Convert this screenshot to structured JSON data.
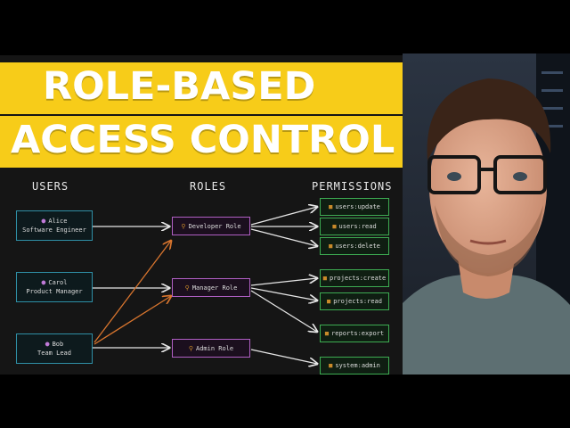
{
  "title": {
    "line1": "ROLE-BASED",
    "line2": "ACCESS CONTROL"
  },
  "headers": {
    "users": "USERS",
    "roles": "ROLES",
    "permissions": "PERMISSIONS"
  },
  "users": [
    {
      "name": "Alice",
      "title": "Software Engineer"
    },
    {
      "name": "Carol",
      "title": "Product Manager"
    },
    {
      "name": "Bob",
      "title": "Team Lead"
    }
  ],
  "roles": [
    {
      "label": "Developer Role"
    },
    {
      "label": "Manager Role"
    },
    {
      "label": "Admin Role"
    }
  ],
  "permissions": [
    {
      "label": "users:update"
    },
    {
      "label": "users:read"
    },
    {
      "label": "users:delete"
    },
    {
      "label": "projects:create"
    },
    {
      "label": "projects:read"
    },
    {
      "label": "reports:export"
    },
    {
      "label": "system:admin"
    }
  ],
  "icons": {
    "user": "user-icon",
    "role": "key-icon",
    "permission": "lock-icon"
  },
  "colors": {
    "banner": "#f7cc19",
    "user_border": "#2f8fa6",
    "role_border": "#b05fc4",
    "permission_border": "#3dac52",
    "assign_arrow": "#d8752e",
    "arrow": "#e6e6e6"
  }
}
